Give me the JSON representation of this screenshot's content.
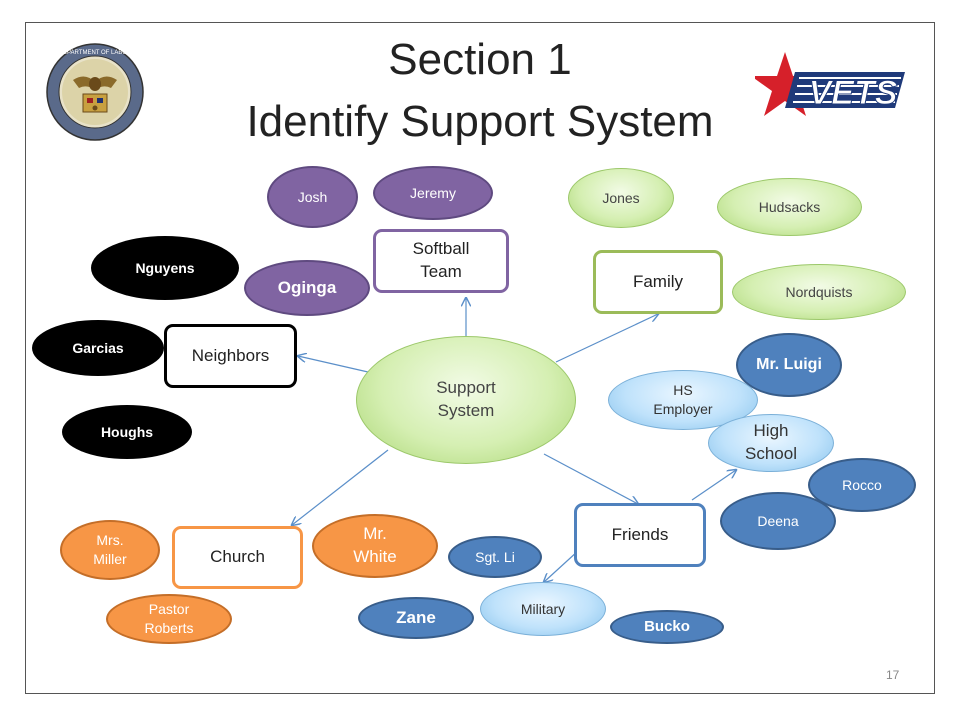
{
  "slide": {
    "title_line1": "Section 1",
    "title_line2": "Identify Support System",
    "page_number": "17",
    "left_logo": "department-of-labor-seal",
    "right_logo": "vets-logo",
    "right_logo_text": "VETS"
  },
  "diagram": {
    "center": "Support System",
    "categories": {
      "softball_team": "Softball Team",
      "family": "Family",
      "neighbors": "Neighbors",
      "church": "Church",
      "friends": "Friends",
      "military": "Military",
      "high_school": "High School",
      "hs_employer": "HS Employer"
    },
    "people": {
      "josh": "Josh",
      "jeremy": "Jeremy",
      "oginga": "Oginga",
      "jones": "Jones",
      "hudsacks": "Hudsacks",
      "nordquists": "Nordquists",
      "nguyens": "Nguyens",
      "garcias": "Garcias",
      "houghs": "Houghs",
      "mr_luigi": "Mr. Luigi",
      "rocco": "Rocco",
      "deena": "Deena",
      "mrs_miller": "Mrs. Miller",
      "mr_white": "Mr. White",
      "pastor_roberts": "Pastor Roberts",
      "sgt_li": "Sgt. Li",
      "zane": "Zane",
      "bucko": "Bucko"
    }
  },
  "colors": {
    "neighbors": "#000000",
    "softball": "#8064a2",
    "family": "#9bbb59",
    "church": "#f79646",
    "friends": "#4f81bd",
    "arrow": "#5b8fc9"
  }
}
